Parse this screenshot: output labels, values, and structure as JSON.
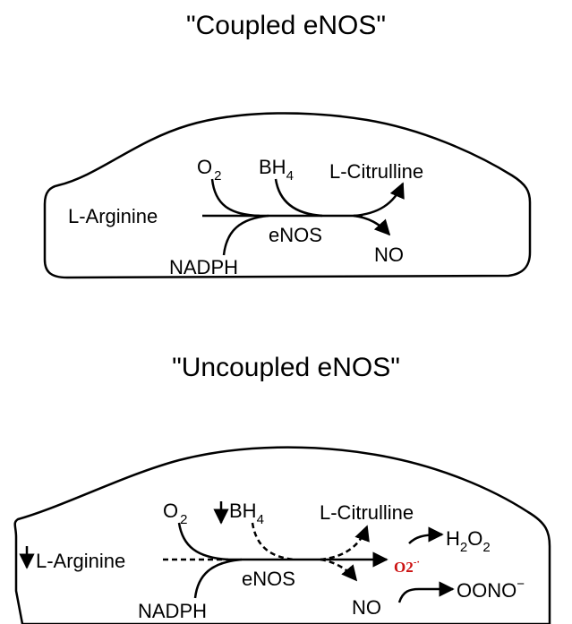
{
  "coupled": {
    "title": "\"Coupled eNOS\"",
    "o2": "O",
    "o2_sub": "2",
    "bh4": "BH",
    "bh4_sub": "4",
    "citrulline": "L-Citrulline",
    "arginine": "L-Arginine",
    "enos": "eNOS",
    "no": "NO",
    "nadph": "NADPH"
  },
  "uncoupled": {
    "title": "\"Uncoupled eNOS\"",
    "o2": "O",
    "o2_sub": "2",
    "bh4": "BH",
    "bh4_sub": "4",
    "citrulline": "L-Citrulline",
    "arginine": "L-Arginine",
    "enos": "eNOS",
    "no": "NO",
    "nadph": "NADPH",
    "superoxide": "O2",
    "superoxide_sup": "-·",
    "h2o2_h": "H",
    "h2o2_sub1": "2",
    "h2o2_o": "O",
    "h2o2_sub2": "2",
    "peroxynitrite": "OONO",
    "peroxynitrite_sup": "−"
  },
  "colors": {
    "superoxide": "#cc1111",
    "stroke": "#000000"
  }
}
